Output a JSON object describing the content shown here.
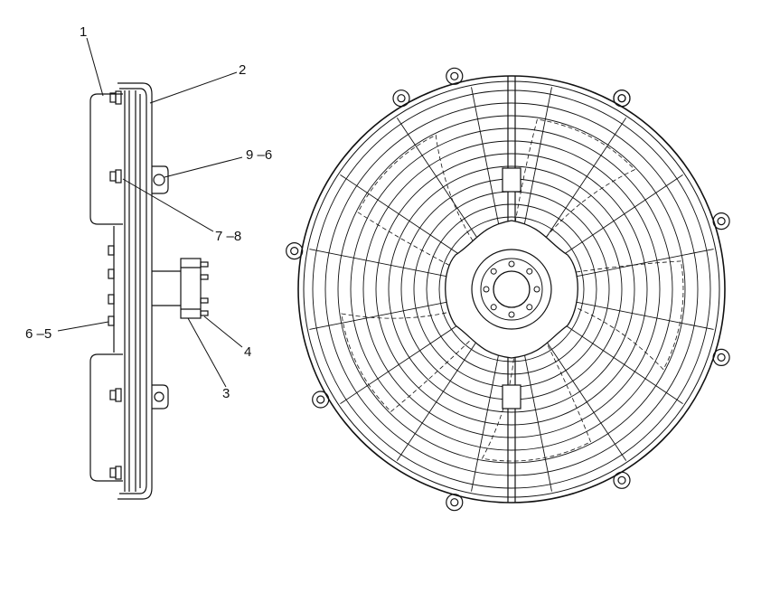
{
  "callouts": {
    "c1": "1",
    "c2": "2",
    "c96": "9 –6",
    "c78": "7 –8",
    "c65": "6 –5",
    "c4": "4",
    "c3": "3"
  },
  "colors": {
    "ink": "#111111",
    "background": "#ffffff"
  }
}
